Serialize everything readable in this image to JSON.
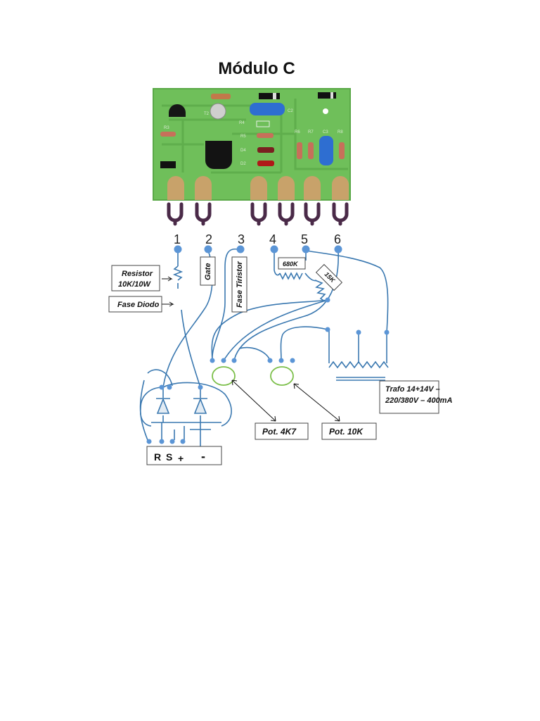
{
  "title": "Módulo C",
  "terminals": [
    "1",
    "2",
    "3",
    "4",
    "5",
    "6"
  ],
  "labels": {
    "resistor_line1": "Resistor",
    "resistor_line2": "10K/10W",
    "fase_diodo": "Fase Diodo",
    "gate": "Gate",
    "fase_tiristor": "Fase Tiristor",
    "r680k": "680K",
    "r15k": "15K",
    "trafo_line1": "Trafo 14+14V –",
    "trafo_line2": "220/380V – 400mA",
    "pot_4k7": "Pot. 4K7",
    "pot_10k": "Pot. 10K",
    "rs_r": "R",
    "rs_s": "S",
    "rs_plus": "+",
    "rs_minus": "-"
  },
  "pcb_silkscreen": [
    "C2",
    "T2",
    "R4",
    "R5",
    "D4",
    "D2",
    "R6",
    "R7",
    "R8",
    "C3",
    "R3"
  ],
  "colors": {
    "pcb": "#6fbf5a",
    "wire": "#3a78b0",
    "node": "#5b95d6",
    "pot": "#7cbf4a",
    "pad": "#c8a26a",
    "lug": "#4a2a48"
  }
}
